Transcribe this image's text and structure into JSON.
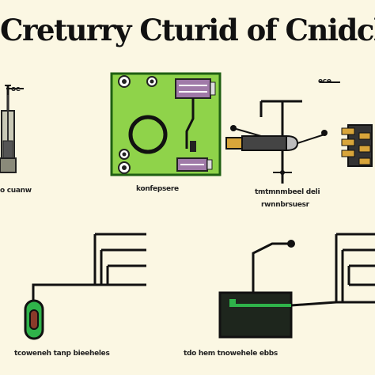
{
  "title": "Creturry Cturid of Cnidckik",
  "labels": {
    "left_component": "o cuanw",
    "board": "konfepsere",
    "center_line1": "tmtmnmbeel deli",
    "center_line2": "rwnnbrsuesr",
    "lower_left": "tcoweneh tanp bieeheles",
    "lower_right": "tdo hem tnowehele ebbs",
    "top_right_tag": "ece",
    "top_left_tag": "oe"
  },
  "colors": {
    "background": "#fbf7e3",
    "board_green": "#8fd34a",
    "board_border": "#1f5f12",
    "accent_green": "#2fb34a",
    "purple": "#a07aa8",
    "gold": "#d8a53a",
    "ink": "#111111"
  }
}
